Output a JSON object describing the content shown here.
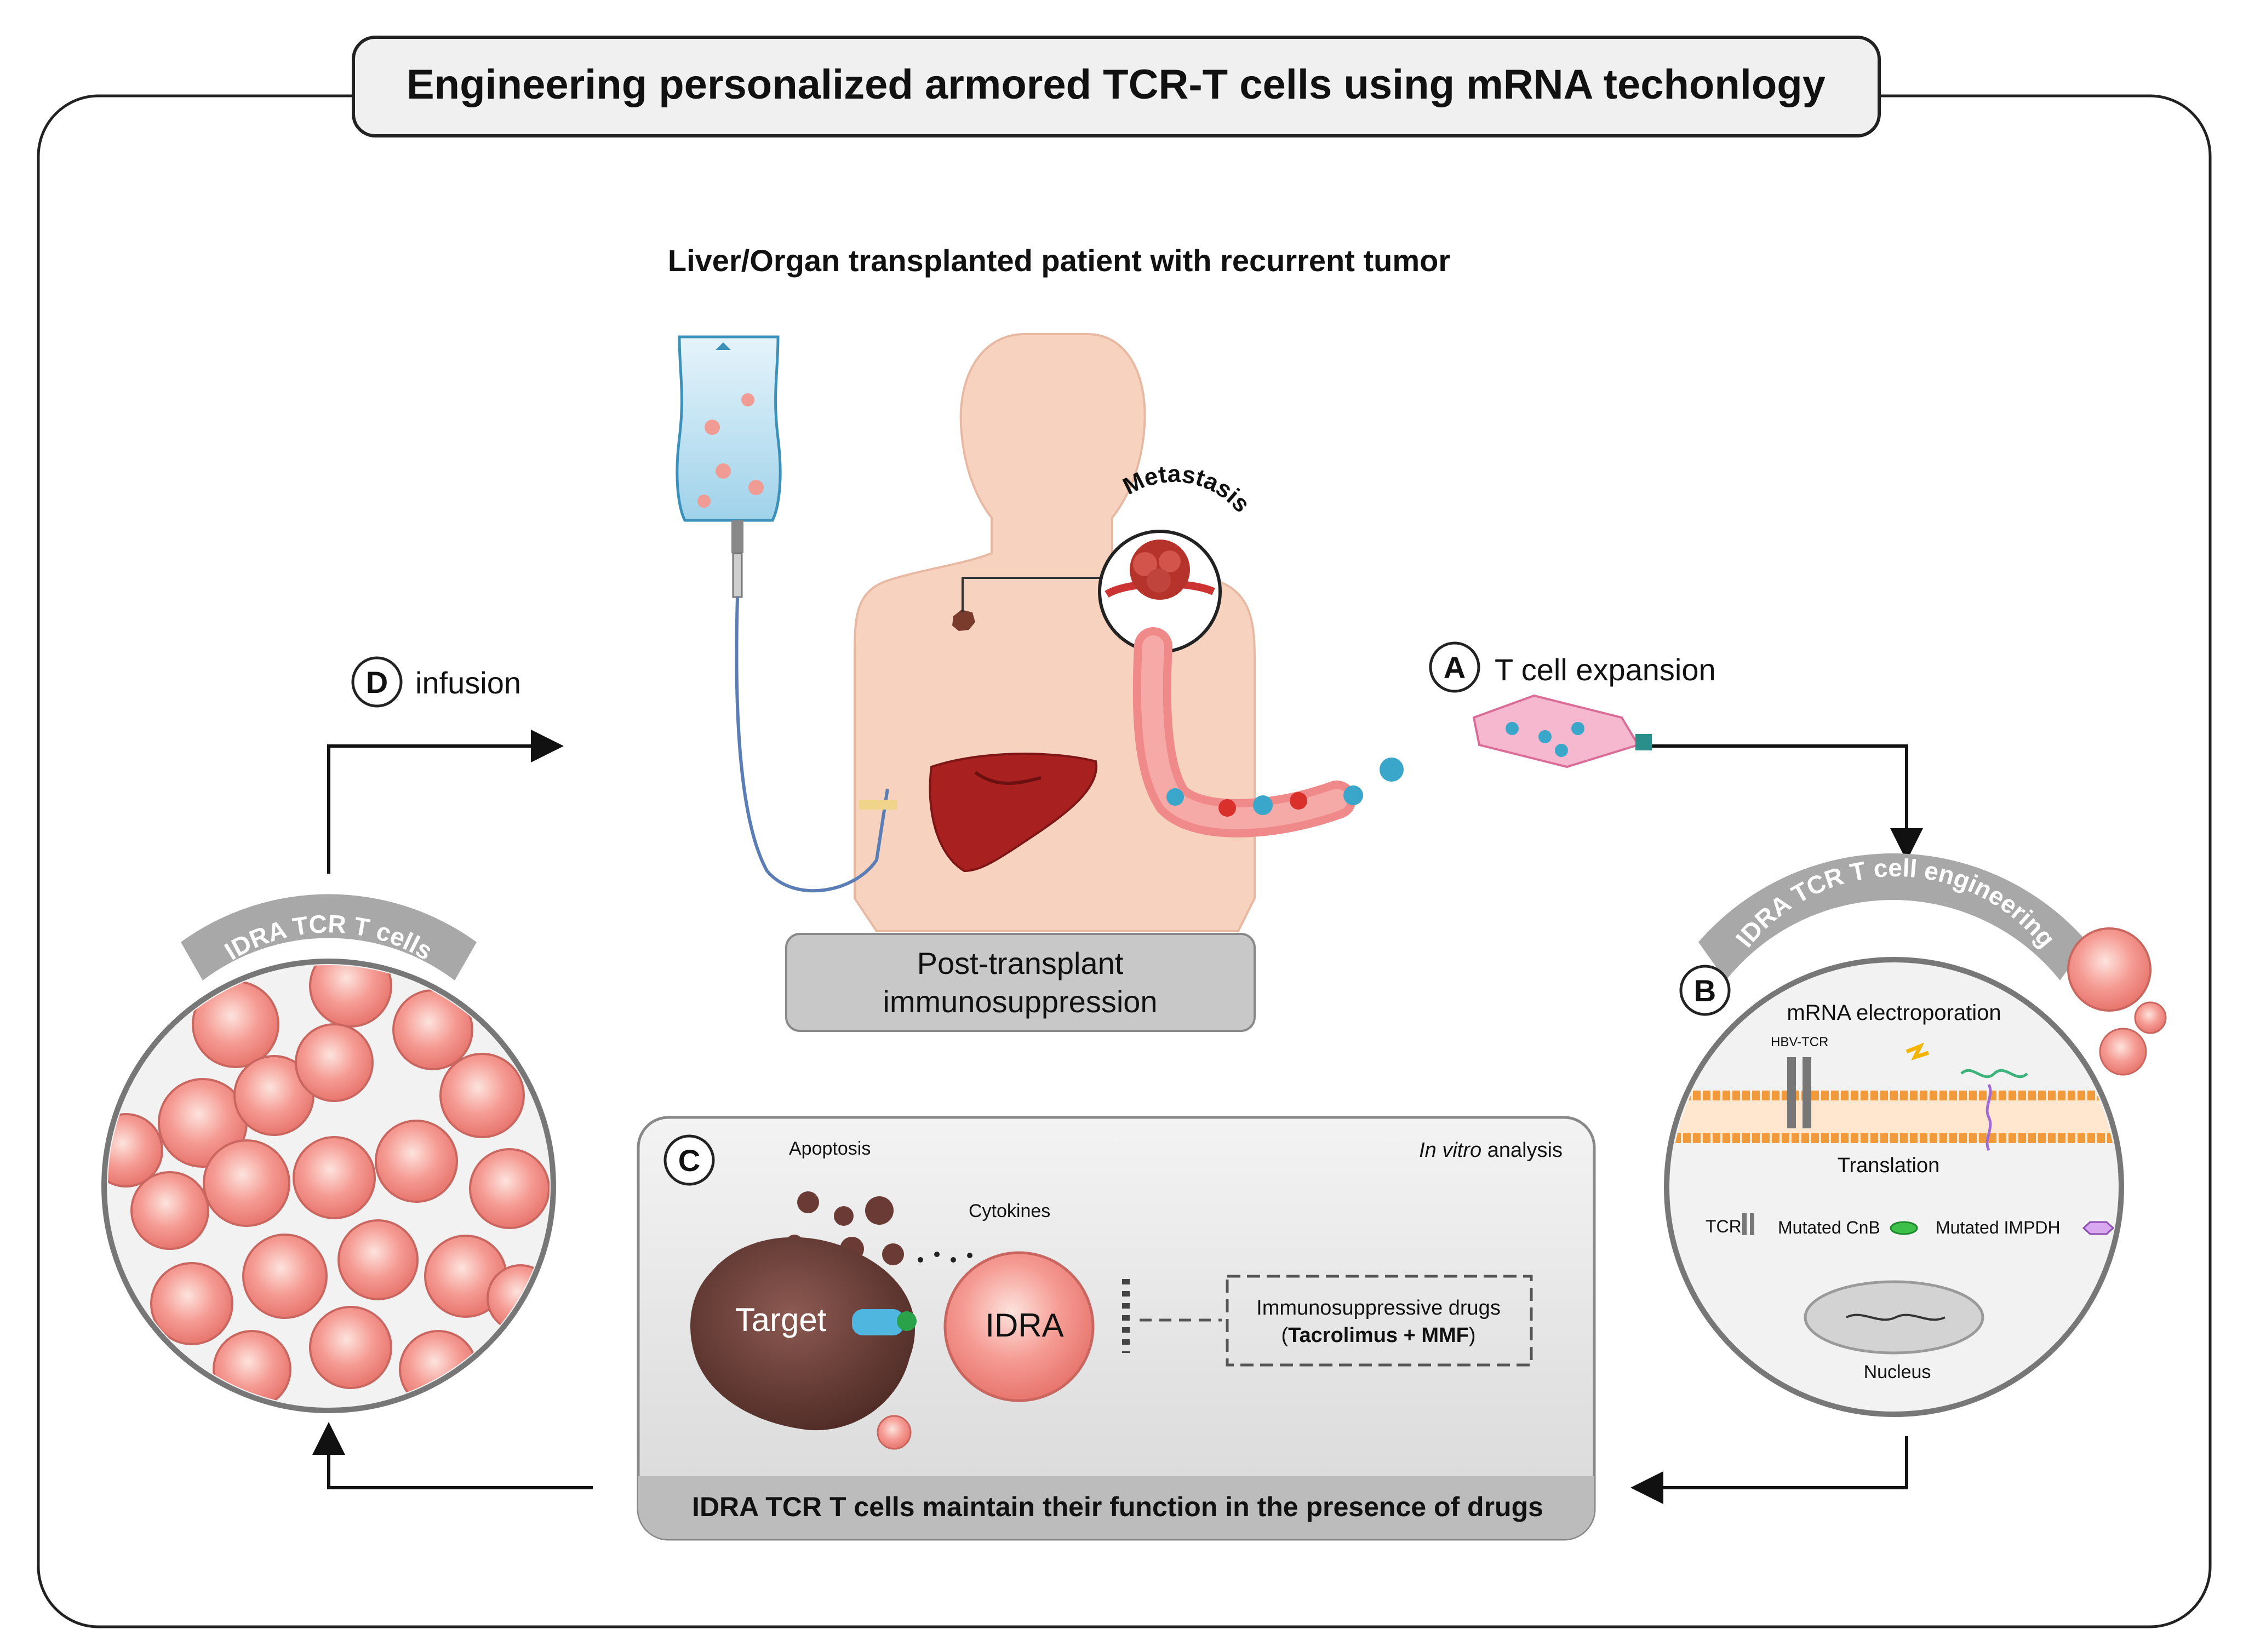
{
  "title": "Engineering personalized armored TCR-T cells using mRNA techonlogy",
  "patient": {
    "heading": "Liver/Organ transplanted patient with recurrent tumor",
    "metastasis_label": "Metastasis",
    "immuno_line1": "Post-transplant",
    "immuno_line2": "immunosuppression"
  },
  "step_a": {
    "letter": "A",
    "label": "T cell expansion"
  },
  "step_b": {
    "letter": "B",
    "arc_label": "IDRA TCR T cell engineering",
    "electroporation": "mRNA electroporation",
    "hbv_tcr": "HBV-TCR",
    "translation": "Translation",
    "tcr": "TCR",
    "cnb": "Mutated CnB",
    "impdh": "Mutated IMPDH",
    "nucleus": "Nucleus"
  },
  "step_c": {
    "letter": "C",
    "analysis_italic": "In vitro",
    "analysis_rest": " analysis",
    "apoptosis": "Apoptosis",
    "cytokines": "Cytokines",
    "target": "Target",
    "idra": "IDRA",
    "drugs_line1": "Immunosuppressive drugs",
    "drugs_open": "(",
    "drugs_bold": "Tacrolimus + MMF",
    "drugs_close": ")",
    "banner": "IDRA TCR T cells maintain their function in the presence of drugs"
  },
  "step_d": {
    "letter": "D",
    "label": "infusion",
    "arc_label": "IDRA TCR T cells"
  },
  "colors": {
    "skin": "#f7d3bf",
    "panel_gray": "#c8c8c8",
    "cell_pink": "#f3948f",
    "liver": "#a8201f",
    "tumor": "#6a3b34",
    "teal": "#3aa6c9"
  }
}
